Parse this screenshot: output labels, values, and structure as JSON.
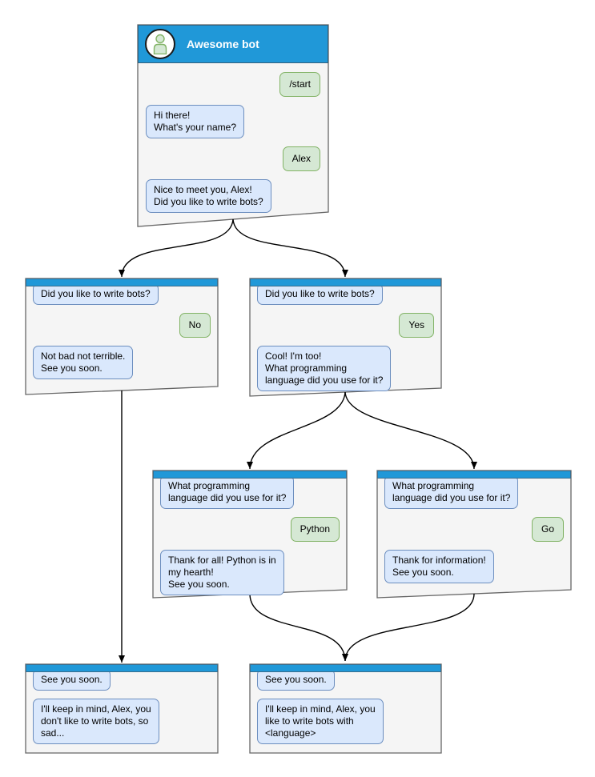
{
  "colors": {
    "header_blue": "#2098D8",
    "window_bg": "#F5F5F5",
    "window_border": "#666666",
    "bot_bubble_bg": "#DAE8FC",
    "bot_bubble_border": "#6C8EBF",
    "user_bubble_bg": "#D5E8D4",
    "user_bubble_border": "#82B366",
    "arrow_color": "#000000"
  },
  "windows": {
    "main": {
      "title": "Awesome bot",
      "avatar_icon": "person-icon",
      "messages": [
        {
          "from": "user",
          "text": "/start"
        },
        {
          "from": "bot",
          "text": "Hi there!\nWhat's your name?"
        },
        {
          "from": "user",
          "text": "Alex"
        },
        {
          "from": "bot",
          "text": "Nice to meet you, Alex!\nDid you like to write bots?"
        }
      ]
    },
    "branch_no": {
      "messages": [
        {
          "from": "bot",
          "text": "Did you like to write bots?"
        },
        {
          "from": "user",
          "text": "No"
        },
        {
          "from": "bot",
          "text": "Not bad not terrible.\nSee you soon."
        }
      ]
    },
    "branch_yes": {
      "messages": [
        {
          "from": "bot",
          "text": "Did you like to write bots?"
        },
        {
          "from": "user",
          "text": "Yes"
        },
        {
          "from": "bot",
          "text": "Cool! I'm too!\nWhat programming\nlanguage did you use for it?"
        }
      ]
    },
    "lang_python": {
      "messages": [
        {
          "from": "bot",
          "text": "What programming\nlanguage did you use for it?"
        },
        {
          "from": "user",
          "text": "Python"
        },
        {
          "from": "bot",
          "text": "Thank for all! Python is in\nmy hearth!\nSee you soon."
        }
      ]
    },
    "lang_go": {
      "messages": [
        {
          "from": "bot",
          "text": "What programming\nlanguage did you use for it?"
        },
        {
          "from": "user",
          "text": "Go"
        },
        {
          "from": "bot",
          "text": "Thank for information!\nSee you soon."
        }
      ]
    },
    "end_no": {
      "messages": [
        {
          "from": "bot",
          "text": "See you soon."
        },
        {
          "from": "bot",
          "text": "I'll keep in mind, Alex, you\ndon't like to write bots, so\nsad..."
        }
      ]
    },
    "end_yes": {
      "messages": [
        {
          "from": "bot",
          "text": "See you soon."
        },
        {
          "from": "bot",
          "text": "I'll keep in mind, Alex, you\nlike to write bots with\n<language>"
        }
      ]
    }
  },
  "flow": {
    "edges": [
      {
        "from": "main",
        "to": "branch_no"
      },
      {
        "from": "main",
        "to": "branch_yes"
      },
      {
        "from": "branch_yes",
        "to": "lang_python"
      },
      {
        "from": "branch_yes",
        "to": "lang_go"
      },
      {
        "from": "branch_no",
        "to": "end_no"
      },
      {
        "from": "lang_python",
        "to": "end_yes"
      },
      {
        "from": "lang_go",
        "to": "end_yes"
      }
    ]
  }
}
